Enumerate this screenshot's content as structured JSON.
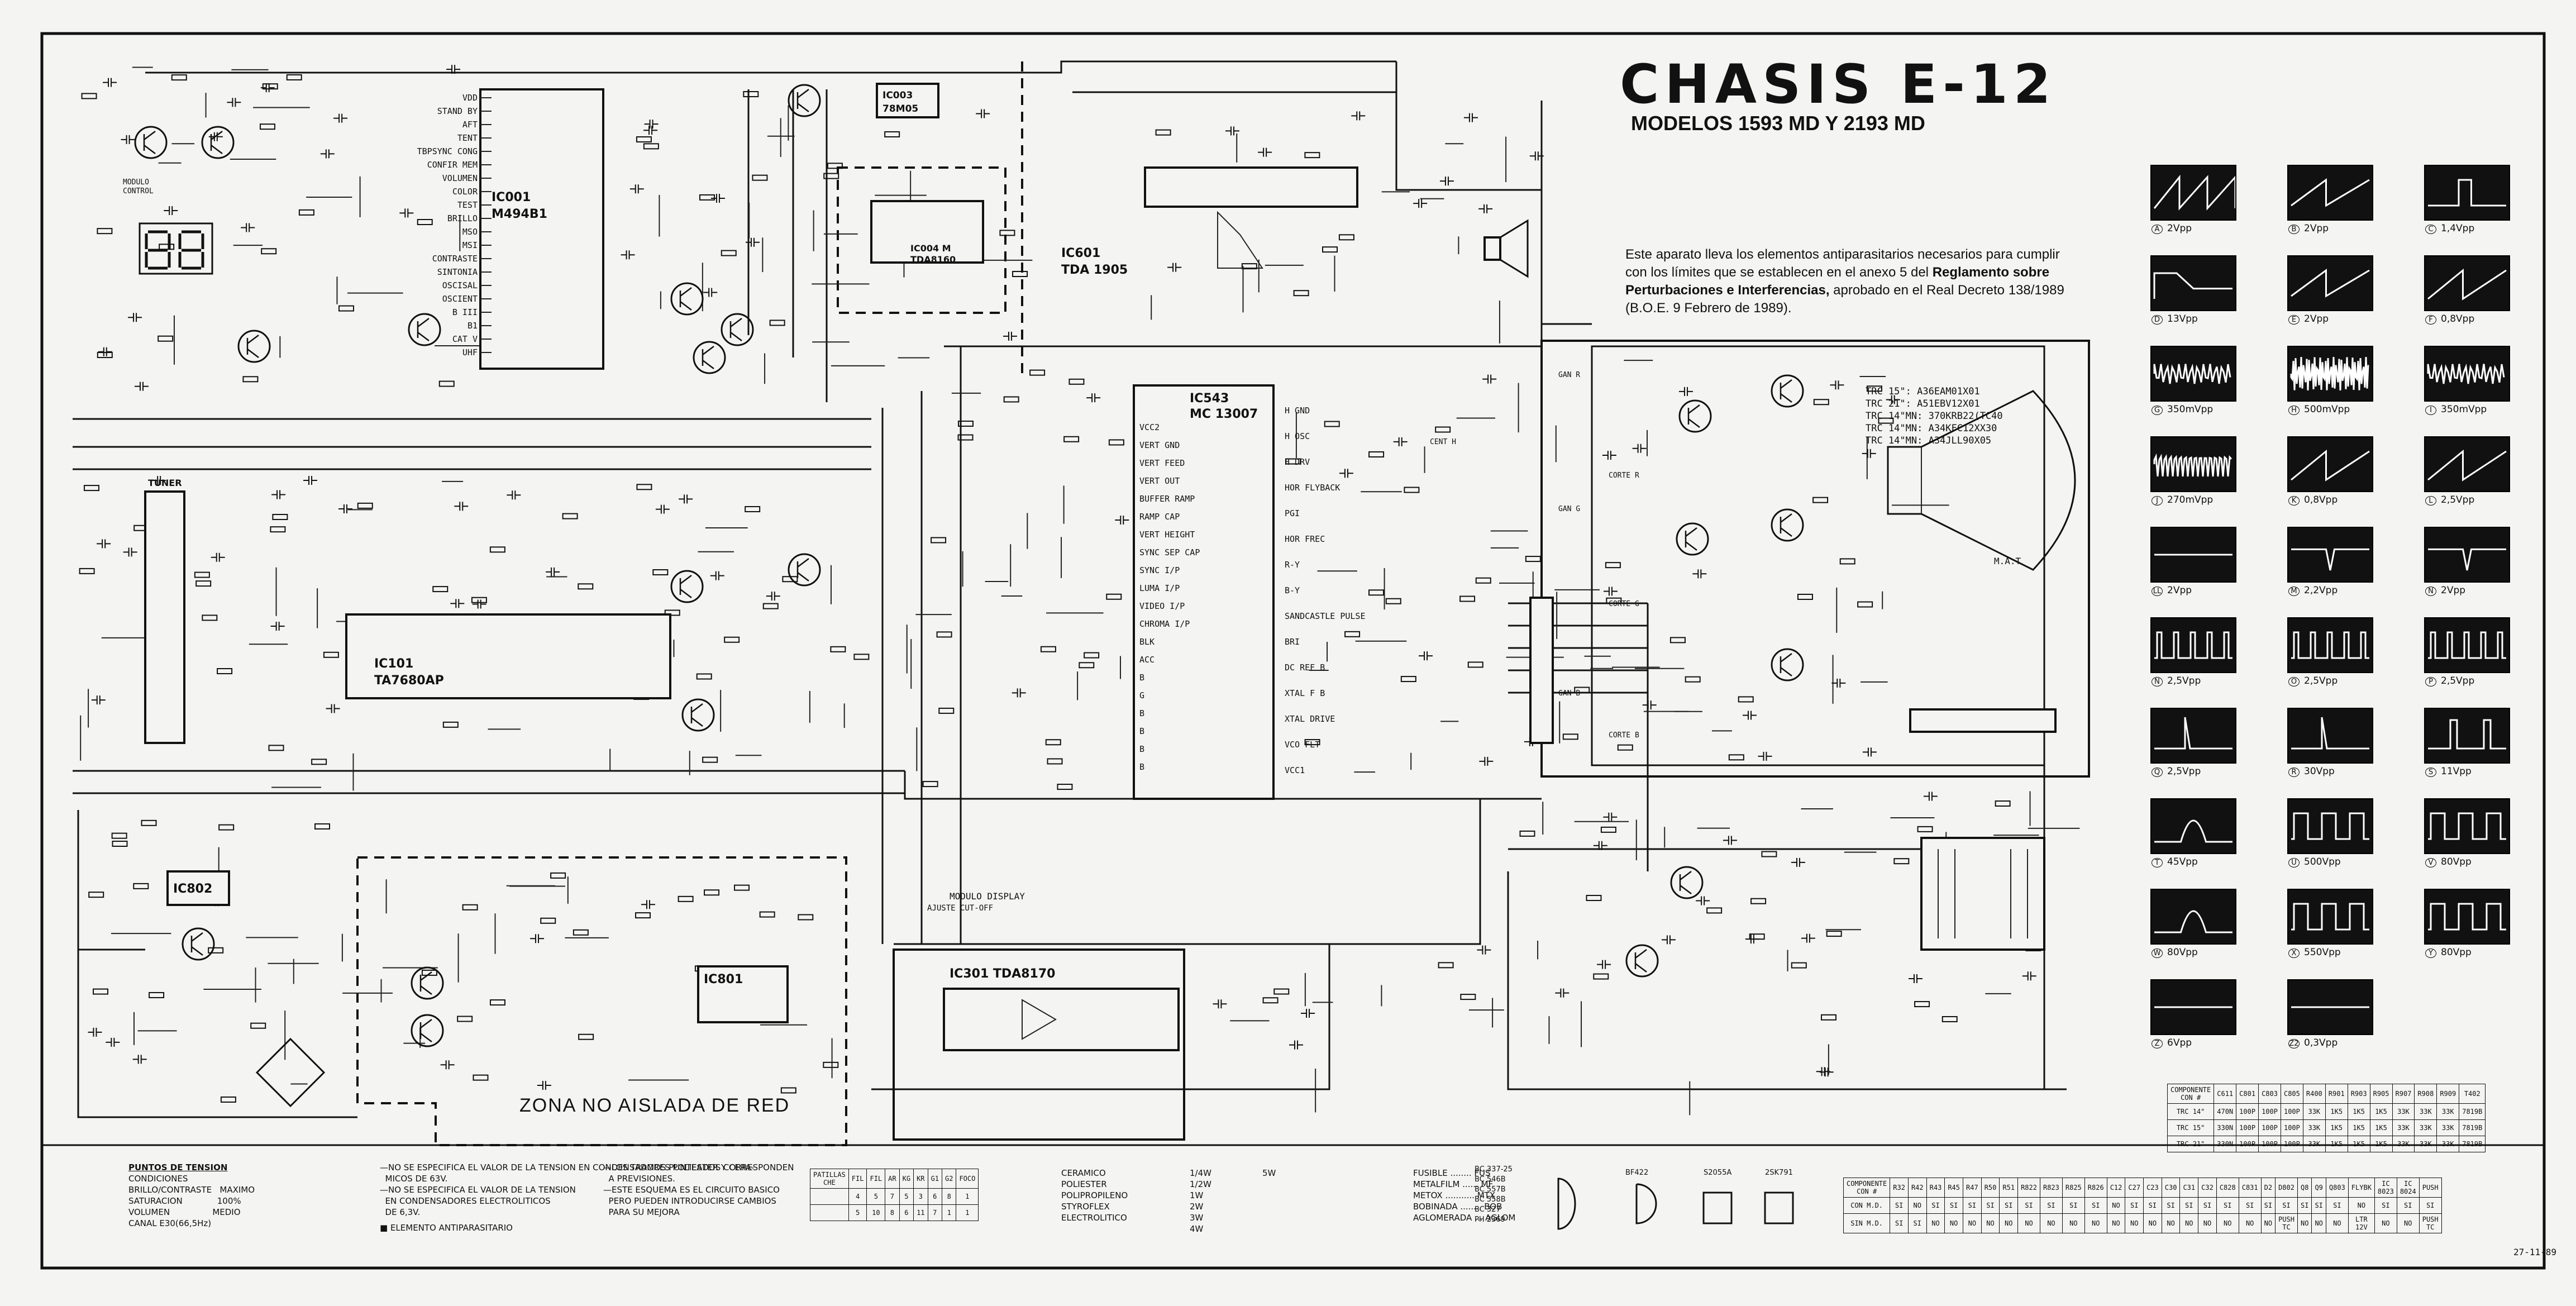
{
  "header": {
    "title": "CHASIS E-12",
    "subtitle": "MODELOS   1593 MD Y 2193 MD"
  },
  "note": {
    "line1": "Este aparato lleva los elementos antiparasitarios necesarios para cumplir con los límites que se establecen en el anexo 5 del ",
    "bold": "Reglamento sobre Perturbaciones e Interferencias,",
    "line2": " aprobado en el Real Decreto 138/1989 (B.O.E. 9 Febrero de 1989)."
  },
  "trc_list": "TRC 15\": A36EAM01X01\nTRC 21\": A51EBV12X01\nTRC 14\"MN: 370KRB22(TC40\nTRC 14\"MN: A34KFC12XX30\nTRC 14\"MN: A34JLL90X05",
  "zona": "ZONA NO AISLADA DE RED",
  "ics": [
    {
      "id": "ic001",
      "name": "IC001",
      "sub": "M494B1"
    },
    {
      "id": "ic003",
      "name": "IC003",
      "sub": "78M05"
    },
    {
      "id": "ic004",
      "name": "IC004 M",
      "sub": "TDA8160"
    },
    {
      "id": "ic601",
      "name": "IC601",
      "sub": "TDA 1905"
    },
    {
      "id": "ic101",
      "name": "IC101",
      "sub": "TA7680AP"
    },
    {
      "id": "ic543",
      "name": "IC543",
      "sub": "MC 13007"
    },
    {
      "id": "ic801",
      "name": "IC801",
      "sub": ""
    },
    {
      "id": "ic802",
      "name": "IC802",
      "sub": ""
    },
    {
      "id": "ic301",
      "name": "IC301  TDA8170",
      "sub": ""
    }
  ],
  "ic001_pins": [
    "VDD",
    "STAND BY",
    "AFT",
    "TENT",
    "TBPSYNC CONG",
    "CONFIR MEM",
    "VOLUMEN",
    "COLOR",
    "TEST",
    "BRILLO",
    "MSO",
    "MSI",
    "CONTRASTE",
    "SINTONIA",
    "OSCISAL",
    "OSCIENT",
    "B III",
    "B1",
    "CAT V",
    "UHF"
  ],
  "ic543_pins": [
    "VCC2",
    "VERT GND",
    "VERT FEED",
    "VERT OUT",
    "BUFFER RAMP",
    "RAMP CAP",
    "VERT HEIGHT",
    "SYNC SEP CAP",
    "SYNC I/P",
    "LUMA I/P",
    "VIDEO I/P",
    "CHROMA I/P",
    "BLK",
    "ACC",
    "B",
    "G",
    "B",
    "B",
    "B",
    "B"
  ],
  "ic543_right_pins": [
    "H GND",
    "H OSC",
    "H DRV",
    "HOR FLYBACK",
    "PGI",
    "HOR FREC",
    "R-Y",
    "B-Y",
    "SANDCASTLE PULSE",
    "BRI",
    "DC REF B",
    "XTAL F B",
    "XTAL DRIVE",
    "VCO FLT",
    "VCC1"
  ],
  "labels_misc": [
    "TUNER",
    "MODULO DISPLAY",
    "AJUSTE CUT-OFF",
    "CORTE R",
    "CORTE G",
    "CORTE B",
    "GAN R",
    "GAN G",
    "GAN B",
    "CENT H",
    "M.A.T",
    "MODULO",
    "CONTROL"
  ],
  "scopes": [
    {
      "key": "A",
      "cap": "2Vpp",
      "wave": "saw"
    },
    {
      "key": "B",
      "cap": "2Vpp",
      "wave": "saw2"
    },
    {
      "key": "C",
      "cap": "1,4Vpp",
      "wave": "pulse"
    },
    {
      "key": "D",
      "cap": "13Vpp",
      "wave": "step"
    },
    {
      "key": "E",
      "cap": "2Vpp",
      "wave": "saw2"
    },
    {
      "key": "F",
      "cap": "0,8Vpp",
      "wave": "ramp"
    },
    {
      "key": "G",
      "cap": "350mVpp",
      "wave": "burst"
    },
    {
      "key": "H",
      "cap": "500mVpp",
      "wave": "noise"
    },
    {
      "key": "I",
      "cap": "350mVpp",
      "wave": "burst"
    },
    {
      "key": "J",
      "cap": "270mVpp",
      "wave": "burst2"
    },
    {
      "key": "K",
      "cap": "0,8Vpp",
      "wave": "ramp"
    },
    {
      "key": "L",
      "cap": "2,5Vpp",
      "wave": "ramp"
    },
    {
      "key": "LL",
      "cap": "2Vpp",
      "wave": "flat"
    },
    {
      "key": "M",
      "cap": "2,2Vpp",
      "wave": "dip"
    },
    {
      "key": "N",
      "cap": "2Vpp",
      "wave": "dip"
    },
    {
      "key": "Ñ",
      "cap": "2,5Vpp",
      "wave": "pulses"
    },
    {
      "key": "O",
      "cap": "2,5Vpp",
      "wave": "pulses"
    },
    {
      "key": "P",
      "cap": "2,5Vpp",
      "wave": "pulses"
    },
    {
      "key": "Q",
      "cap": "2,5Vpp",
      "wave": "spike"
    },
    {
      "key": "R",
      "cap": "30Vpp",
      "wave": "spike"
    },
    {
      "key": "S",
      "cap": "11Vpp",
      "wave": "spike2"
    },
    {
      "key": "T",
      "cap": "45Vpp",
      "wave": "bump"
    },
    {
      "key": "U",
      "cap": "500Vpp",
      "wave": "square"
    },
    {
      "key": "V",
      "cap": "80Vpp",
      "wave": "square"
    },
    {
      "key": "W",
      "cap": "80Vpp",
      "wave": "bump"
    },
    {
      "key": "X",
      "cap": "550Vpp",
      "wave": "square"
    },
    {
      "key": "Y",
      "cap": "80Vpp",
      "wave": "square"
    },
    {
      "key": "Z",
      "cap": "6Vpp",
      "wave": "flat"
    },
    {
      "key": "Z2",
      "cap": "0,3Vpp",
      "wave": "flat"
    }
  ],
  "legend": {
    "tension_head": "PUNTOS DE TENSION",
    "tension_rows": [
      "CONDICIONES",
      "BRILLO/CONTRASTE   MAXIMO",
      "SATURACION             100%",
      "VOLUMEN                MEDIO",
      "CANAL E30(66,5Hz)"
    ],
    "notes": [
      "—NO SE ESPECIFICA EL VALOR DE LA TENSION EN CONDENSADORES POLIESTER Y CERA-",
      "  MICOS DE 63V.",
      "—NO SE ESPECIFICA EL VALOR DE LA TENSION",
      "  EN CONDENSADORES ELECTROLITICOS",
      "  DE 6,3V."
    ],
    "antiparasitario": "■ ELEMENTO ANTIPARASITARIO",
    "tramos": [
      "—LOS TRAMOS PUNTEADOS CORRESPONDEN",
      "  A PREVISIONES.",
      "—ESTE ESQUEMA ES EL CIRCUITO BASICO",
      "  PERO PUEDEN INTRODUCIRSE CAMBIOS",
      "  PARA SU MEJORA"
    ],
    "caps": [
      "CERAMICO",
      "POLIESTER",
      "POLIPROPILENO",
      "STYROFLEX",
      "ELECTROLITICO"
    ],
    "resist": [
      "1/4W",
      "1/2W",
      "1W",
      "2W",
      "3W",
      "4W"
    ],
    "resist_5w": "5W",
    "types": [
      "FUSIBLE ........ FUS",
      "METALFILM ...... MF",
      "METOX ........... MTX",
      "BOBINADA ........ BOB",
      "AGLOMERADA ... AGLOM"
    ],
    "transistors": [
      "BC 337-25",
      "BC 546B",
      "BC 557B",
      "BC 558B",
      "BC 327",
      "PH 2369"
    ],
    "trans_types": [
      "BF422",
      "S2055A",
      "2SK791"
    ]
  },
  "pattern_table": {
    "rows": [
      [
        "PATILLAS\nCHE",
        "FIL",
        "FIL",
        "AR",
        "KG",
        "KR",
        "G1",
        "G2",
        "FOCO"
      ],
      [
        "",
        "4",
        "5",
        "7",
        "5",
        "3",
        "6",
        "8",
        "1"
      ],
      [
        "",
        "5",
        "10",
        "8",
        "6",
        "11",
        "7",
        "1",
        "1"
      ]
    ]
  },
  "comp_table1": {
    "rows": [
      [
        "COMPONENTE\nCON #",
        "C611",
        "C801",
        "C803",
        "C805",
        "R400",
        "R901",
        "R903",
        "R905",
        "R907",
        "R908",
        "R909",
        "T402"
      ],
      [
        "TRC 14\"",
        "470N",
        "100P",
        "100P",
        "100P",
        "33K",
        "1K5",
        "1K5",
        "1K5",
        "33K",
        "33K",
        "33K",
        "7819B"
      ],
      [
        "TRC 15\"",
        "330N",
        "100P",
        "100P",
        "100P",
        "33K",
        "1K5",
        "1K5",
        "1K5",
        "33K",
        "33K",
        "33K",
        "7819B"
      ],
      [
        "TRC 21\"",
        "330N",
        "100P",
        "100P",
        "100P",
        "33K",
        "1K5",
        "1K5",
        "1K5",
        "33K",
        "33K",
        "33K",
        "7819B"
      ]
    ]
  },
  "comp_table2": {
    "rows": [
      [
        "COMPONENTE\nCON #",
        "R32",
        "R42",
        "R43",
        "R45",
        "R47",
        "R50",
        "R51",
        "R822",
        "R823",
        "R825",
        "R826",
        "C12",
        "C27",
        "C23",
        "C30",
        "C31",
        "C32",
        "C828",
        "C831",
        "D2",
        "D802",
        "Q8",
        "Q9",
        "Q803",
        "FLYBK",
        "IC\n8023",
        "IC\n8024",
        "PUSH"
      ],
      [
        "CON M.D.",
        "SI",
        "NO",
        "SI",
        "SI",
        "SI",
        "SI",
        "SI",
        "SI",
        "SI",
        "SI",
        "SI",
        "NO",
        "SI",
        "SI",
        "SI",
        "SI",
        "SI",
        "SI",
        "SI",
        "SI",
        "SI",
        "SI",
        "SI",
        "SI",
        "NO",
        "SI",
        "SI",
        "SI"
      ],
      [
        "SIN M.D.",
        "SI",
        "SI",
        "NO",
        "NO",
        "NO",
        "NO",
        "NO",
        "NO",
        "NO",
        "NO",
        "NO",
        "NO",
        "NO",
        "NO",
        "NO",
        "NO",
        "NO",
        "NO",
        "NO",
        "NO",
        "PUSH\nTC",
        "NO",
        "NO",
        "NO",
        "LTR\n12V",
        "NO",
        "NO",
        "PUSH\nTC"
      ]
    ]
  },
  "date": "27-11-89"
}
